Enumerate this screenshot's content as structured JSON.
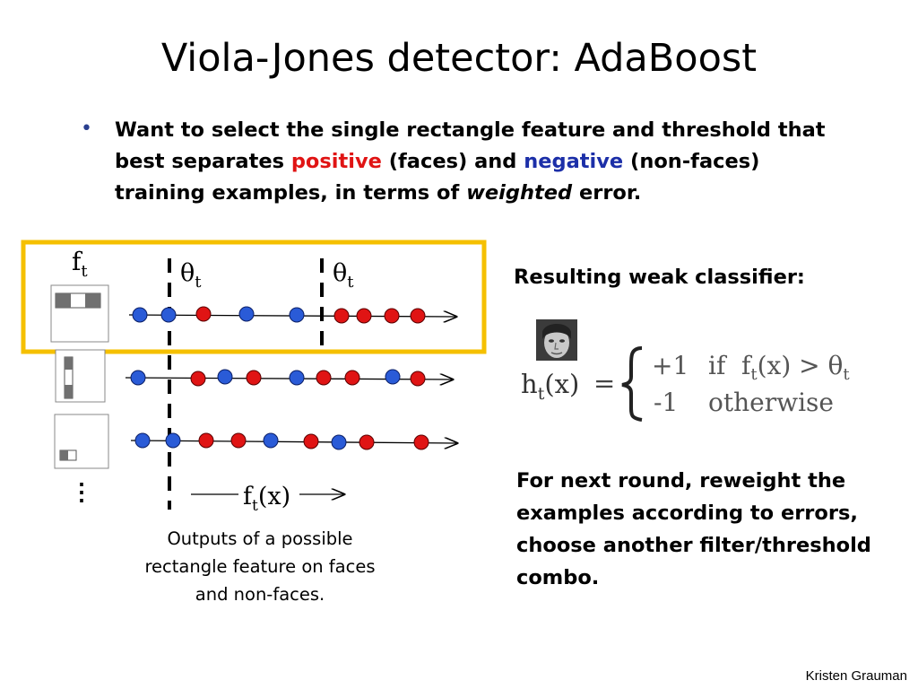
{
  "slide": {
    "title": "Viola-Jones detector: AdaBoost",
    "bullet": {
      "t1": "Want to select the single rectangle feature and threshold that best separates ",
      "positive": "positive",
      "t2": " (faces) and ",
      "negative": "negative",
      "t3": " (non-faces) training examples, in terms of ",
      "weighted": "weighted",
      "t4": " error."
    },
    "caption": "Outputs of a possible rectangle feature on faces and non-faces.",
    "resulting_label": "Resulting weak classifier:",
    "next_round": "For next round, reweight the examples according to errors, choose another filter/threshold combo.",
    "credit": "Kristen Grauman"
  },
  "diagram": {
    "ft_label": "f",
    "ft_sub": "t",
    "theta": "θ",
    "theta_sub": "t",
    "axis_label_f": "f",
    "axis_label_sub": "t",
    "axis_label_rest": "(x)",
    "ellipsis": "⋮",
    "colors": {
      "positive": "#e01414",
      "negative": "#2a5bd7",
      "highlight": "#f5c000"
    }
  },
  "classifier": {
    "h": "h",
    "h_sub": "t",
    "h_arg": "(x)",
    "equals": "=",
    "plus_one": "+1",
    "if_text": "if",
    "cond_f": "f",
    "cond_sub": "t",
    "cond_rest": "(x) > θ",
    "cond_theta_sub": "t",
    "minus_one": "-1",
    "otherwise": "otherwise"
  }
}
